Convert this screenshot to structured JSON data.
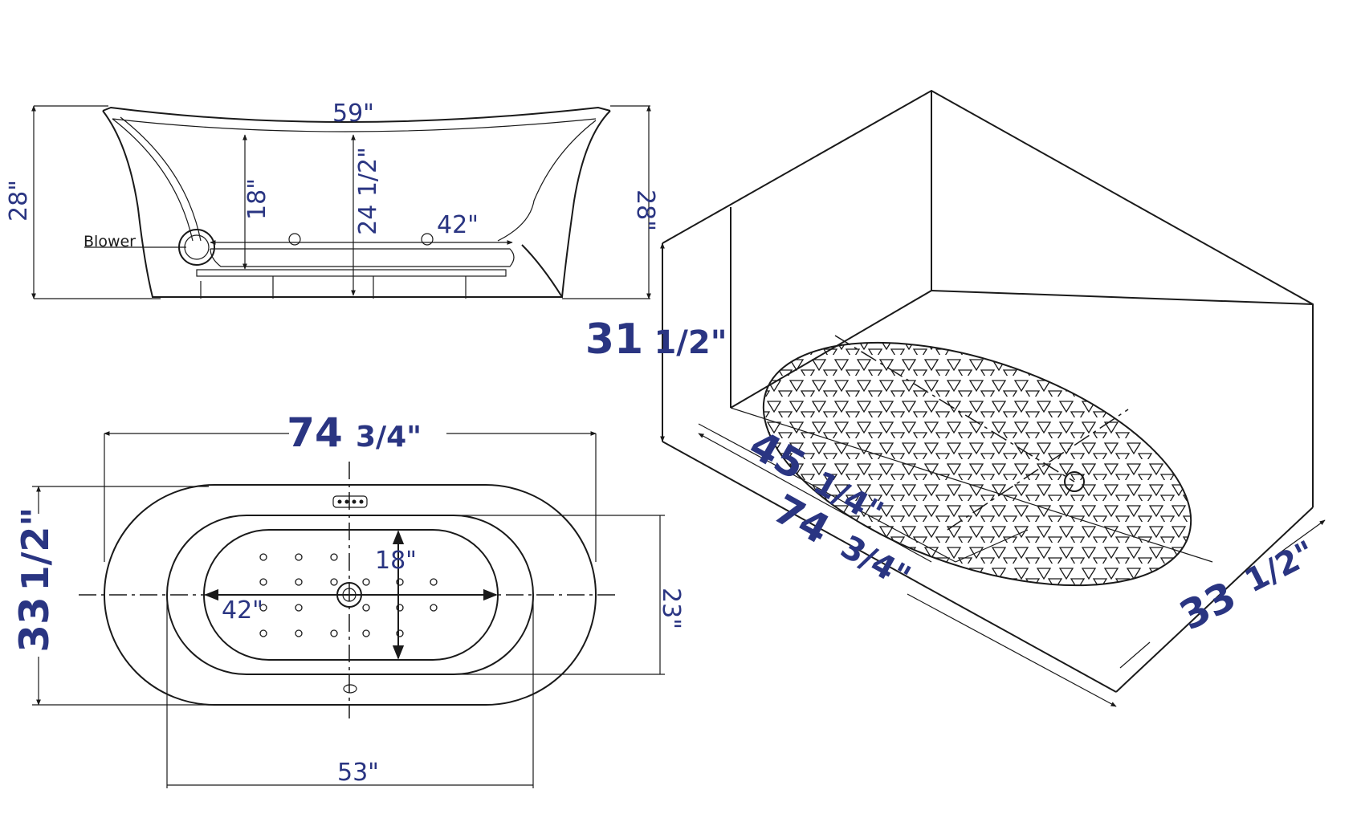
{
  "side_view": {
    "width_label": "59\"",
    "height_left_label": "28\"",
    "height_right_label": "28\"",
    "interior_depth_label": "18\"",
    "center_depth_label": "24 1/2\"",
    "bottom_length_label": "42\"",
    "blower_label": "Blower"
  },
  "top_view": {
    "overall_length_whole": "74",
    "overall_length_frac": "3/4\"",
    "overall_width_whole": "33",
    "overall_width_frac": "1/2\"",
    "interior_width_label": "23\"",
    "interior_length_label": "53\"",
    "floor_length_label": "42\"",
    "floor_width_label": "18\""
  },
  "iso_view": {
    "height_whole": "31",
    "height_frac": "1/2\"",
    "inner_length_whole": "45",
    "inner_length_frac": "1/4\"",
    "outer_length_whole": "74",
    "outer_length_frac": "3/4\"",
    "width_whole": "33",
    "width_frac": "1/2\""
  },
  "colors": {
    "dimension_text": "#2a3582",
    "lines": "#1a1a1a"
  }
}
